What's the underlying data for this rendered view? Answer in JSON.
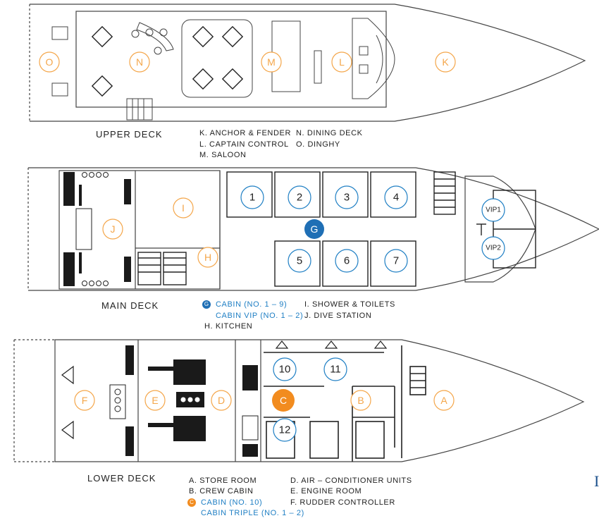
{
  "colors": {
    "orange": "#f4a64a",
    "orange_fill": "#f28c1f",
    "blue": "#1f7fc4",
    "blue_fill": "#1f6fb5",
    "line": "#444444",
    "furniture": "#222222"
  },
  "upper_deck": {
    "title": "UPPER DECK",
    "zones": [
      "O",
      "N",
      "M",
      "L",
      "K"
    ],
    "legend": [
      "K.   ANCHOR & FENDER",
      "L.   CAPTAIN CONTROL",
      "M.   SALOON",
      "N.   DINING DECK",
      "O.   DINGHY"
    ]
  },
  "main_deck": {
    "title": "MAIN DECK",
    "zones": [
      "J",
      "I",
      "H",
      "G"
    ],
    "cabins": [
      "1",
      "2",
      "3",
      "4",
      "5",
      "6",
      "7",
      "VIP1",
      "VIP2"
    ],
    "legend_highlight": {
      "marker": "G",
      "line1": "CABIN (NO. 1 – 9)",
      "line2": "CABIN VIP (NO. 1 – 2)"
    },
    "legend": [
      "H.   KITCHEN",
      "I.    SHOWER & TOILETS",
      "J.    DIVE STATION"
    ]
  },
  "lower_deck": {
    "title": "LOWER DECK",
    "zones": [
      "F",
      "E",
      "D",
      "C",
      "B",
      "A"
    ],
    "cabins": [
      "10",
      "11",
      "12"
    ],
    "legend": [
      "A.   STORE ROOM",
      "B.   CREW CABIN",
      "D.   AIR – CONDITIONER UNITS",
      "E.   ENGINE ROOM",
      "F.   RUDDER CONTROLLER"
    ],
    "legend_highlight": {
      "marker": "C",
      "line1": "CABIN (NO. 10)",
      "line2": "CABIN TRIPLE (NO. 1 – 2)"
    }
  },
  "edge_glyph": "I"
}
